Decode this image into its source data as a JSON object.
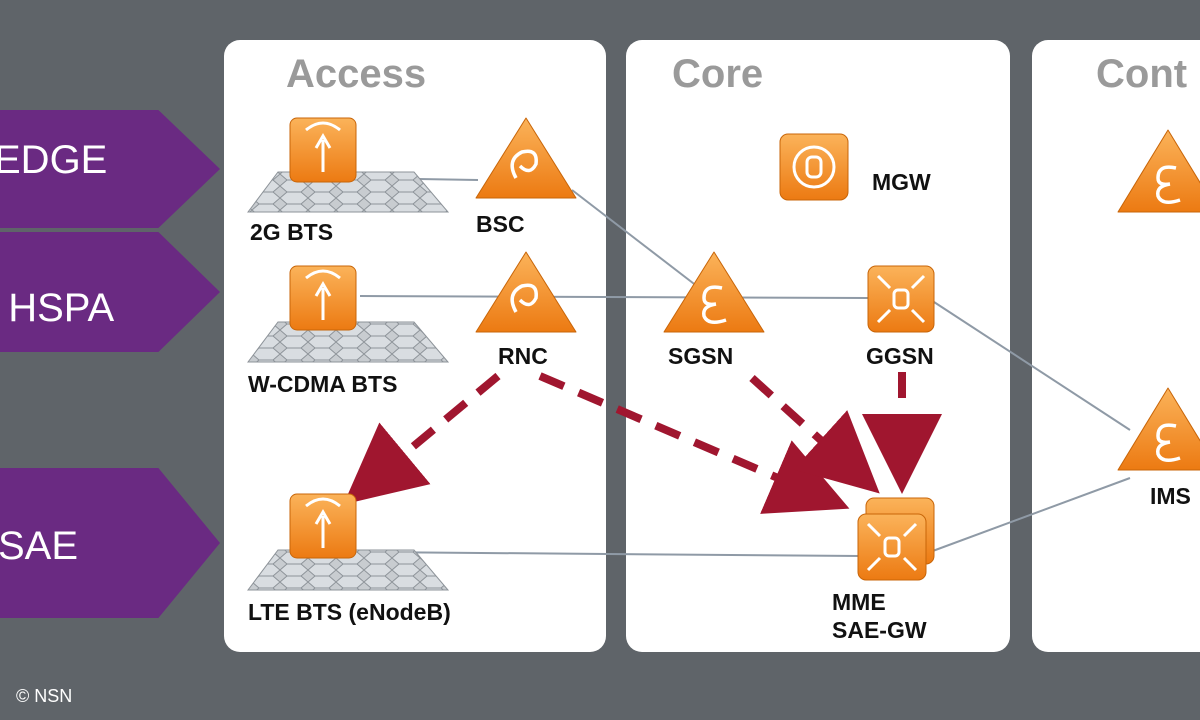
{
  "tech": {
    "edge": "EDGE",
    "hspa": "/ HSPA",
    "sae": "SAE"
  },
  "panels": {
    "access": "Access",
    "core": "Core",
    "control": "Cont"
  },
  "nodes": {
    "bts_2g": "2G BTS",
    "bsc": "BSC",
    "wcdma_bts": "W-CDMA BTS",
    "rnc": "RNC",
    "lte_bts": "LTE BTS (eNodeB)",
    "mgw": "MGW",
    "sgsn": "SGSN",
    "ggsn": "GGSN",
    "mme": "MME\nSAE-GW",
    "ims": "IMS"
  },
  "copyright": "© NSN",
  "colors": {
    "accent_orange": "#f08a1c",
    "arrow_red": "#a0162f",
    "purple": "#6a2a82",
    "line_grey": "#8f9aa6"
  }
}
